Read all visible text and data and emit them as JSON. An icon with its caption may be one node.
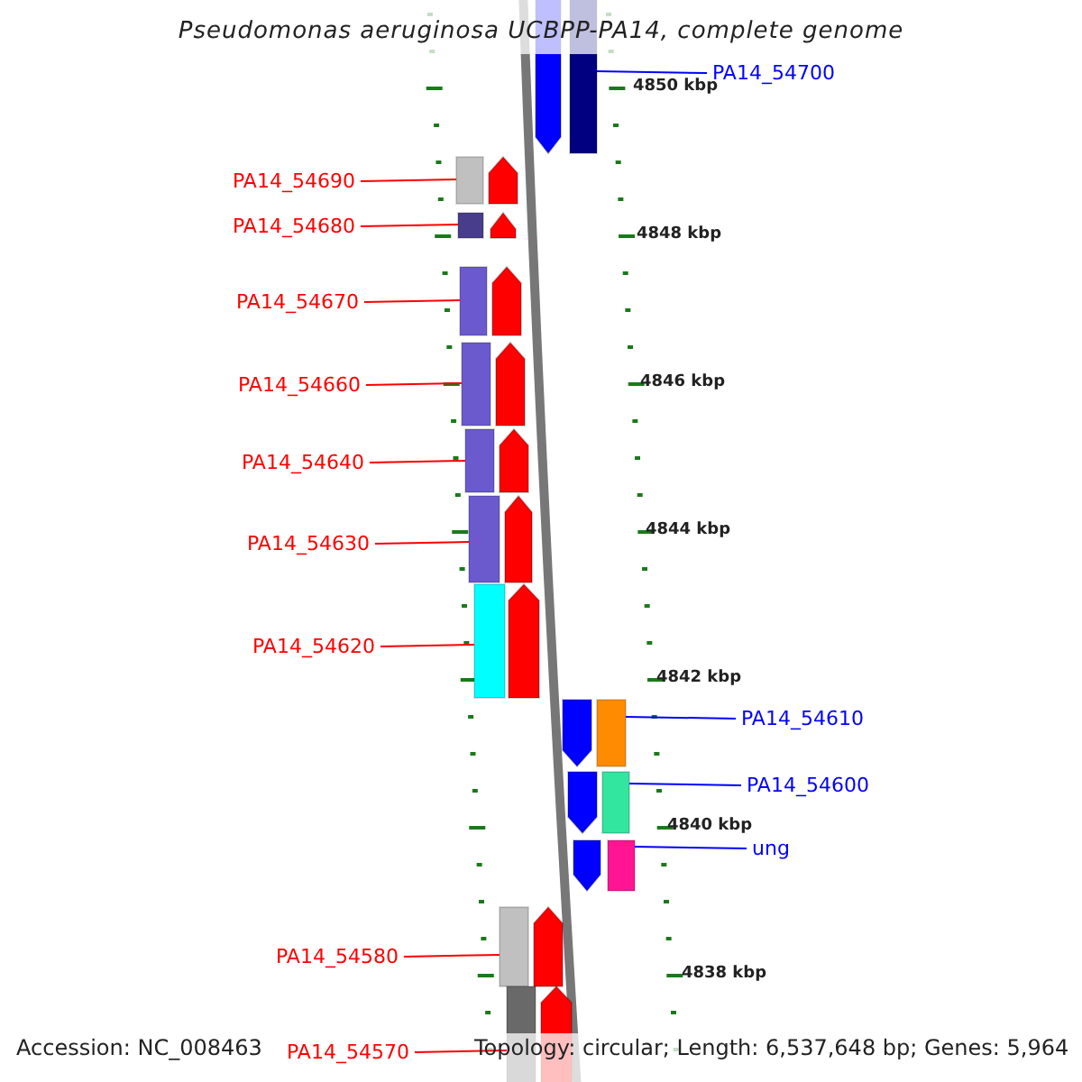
{
  "diagram": {
    "title": "Pseudomonas aeruginosa UCBPP-PA14, complete genome",
    "nodes": [
      {
        "text": [
          "PA14_54700"
        ]
      },
      {
        "text": [
          "PA14_54690"
        ]
      },
      {
        "text": [
          "PA14_54680"
        ]
      },
      {
        "text": [
          "PA14_54670"
        ]
      },
      {
        "text": [
          "PA14_54660"
        ]
      },
      {
        "text": [
          "PA14_54640"
        ]
      },
      {
        "text": [
          "PA14_54630"
        ]
      },
      {
        "text": [
          "PA14_54620"
        ]
      },
      {
        "text": [
          "PA14_54610"
        ]
      },
      {
        "text": [
          "PA14_54600"
        ]
      },
      {
        "text": [
          "ung"
        ]
      },
      {
        "text": [
          "PA14_54580"
        ]
      },
      {
        "text": [
          "PA14_54570"
        ]
      },
      {
        "text": [],
        "shape": "arrow"
      },
      {
        "text": [],
        "shape": "arrow"
      },
      {
        "text": [],
        "shape": "arrow"
      },
      {
        "text": [],
        "shape": "arrow"
      },
      {
        "text": [],
        "shape": "arrow"
      },
      {
        "text": [],
        "shape": "arrow"
      },
      {
        "text": [],
        "shape": "arrow"
      },
      {
        "text": [],
        "shape": "arrow"
      },
      {
        "text": [],
        "shape": "arrow"
      },
      {
        "text": [],
        "shape": "arrow"
      },
      {
        "text": [],
        "shape": "arrow"
      },
      {
        "text": [],
        "shape": "arrow"
      },
      {
        "text": [],
        "shape": "arrow"
      }
    ],
    "edges": [
      {
        "from": 0,
        "to": 13,
        "arrow": "none",
        "color": "#0000ff"
      },
      {
        "from": 1,
        "to": 14,
        "arrow": "none"
      },
      {
        "from": 2,
        "to": 15,
        "arrow": "none"
      },
      {
        "from": 3,
        "to": 16,
        "arrow": "none"
      },
      {
        "from": 4,
        "to": 17,
        "arrow": "none"
      },
      {
        "from": 5,
        "to": 18,
        "arrow": "none"
      },
      {
        "from": 6,
        "to": 19,
        "arrow": "none"
      },
      {
        "from": 7,
        "to": 20,
        "arrow": "none"
      },
      {
        "from": 8,
        "to": 21,
        "arrow": "none",
        "color": "#0000ff"
      },
      {
        "from": 9,
        "to": 22,
        "arrow": "none",
        "color": "#0000ff"
      },
      {
        "from": 10,
        "to": 23,
        "arrow": "none",
        "color": "#0000ff"
      },
      {
        "from": 11,
        "to": 24,
        "arrow": "none"
      },
      {
        "from": 12,
        "to": 25,
        "arrow": "none"
      }
    ],
    "labels": [
      "4850 kbp",
      "4848 kbp",
      "4846 kbp",
      "4844 kbp",
      "4842 kbp",
      "4840 kbp",
      "4838 kbp",
      "Accession: NC_008463",
      "Topology: circular; Length: 6,537,648 bp; Genes: 5,964"
    ]
  }
}
